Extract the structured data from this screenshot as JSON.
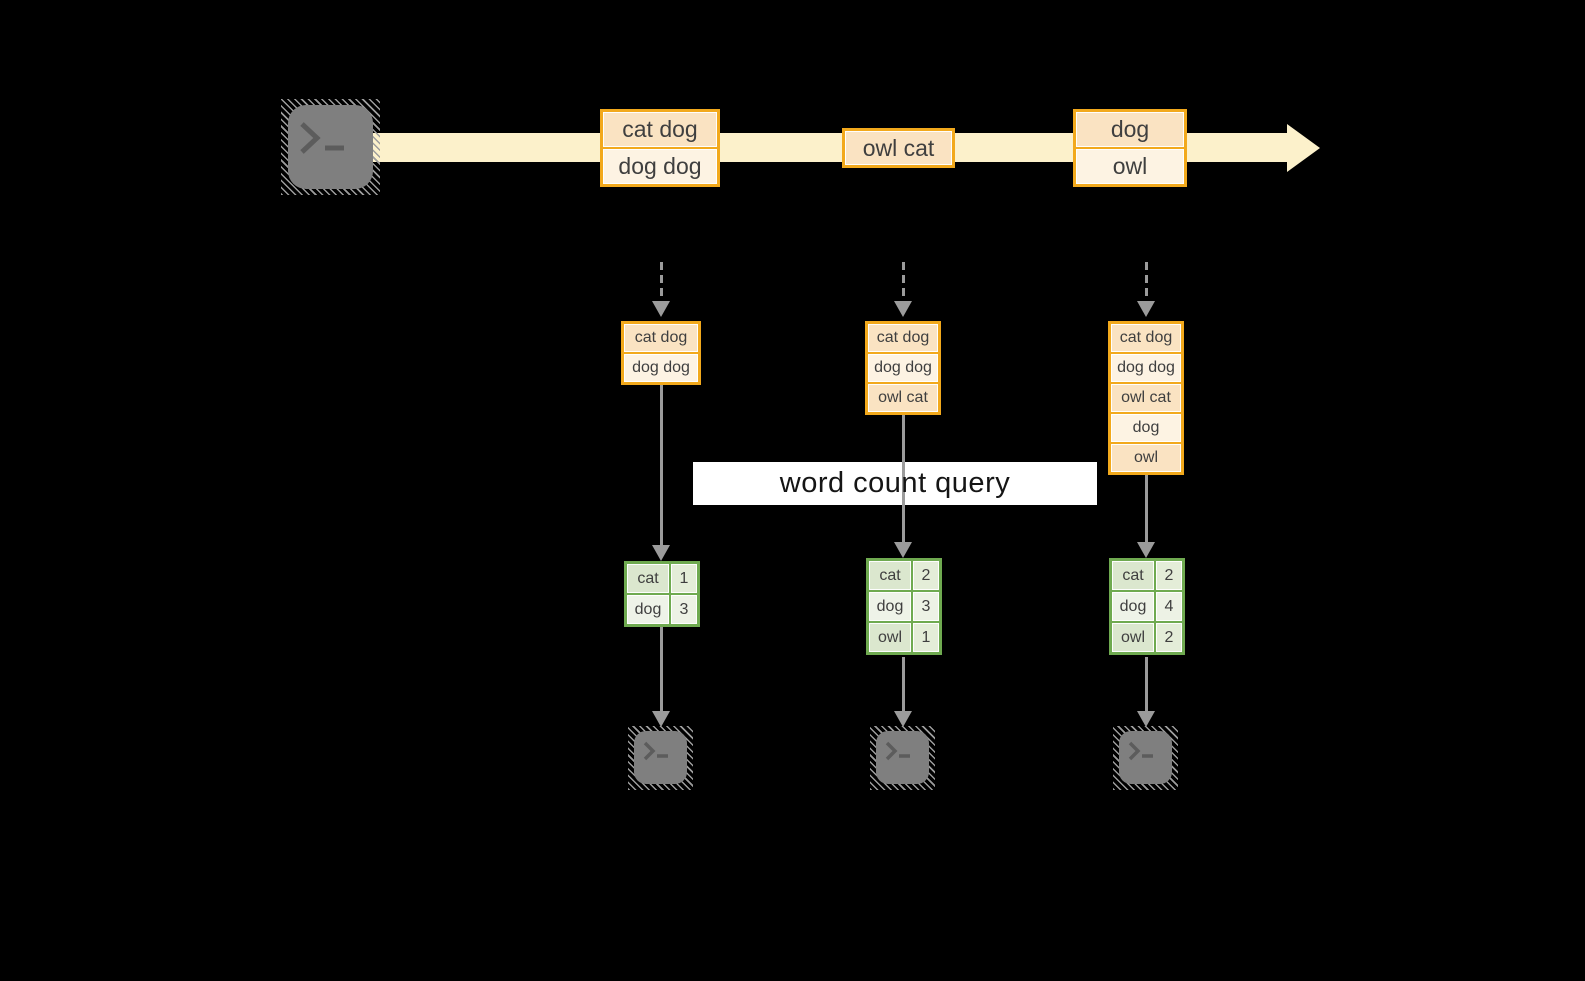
{
  "query_label": "word count query",
  "stream": {
    "boxes": [
      {
        "cells": [
          "cat dog",
          "dog dog"
        ]
      },
      {
        "cells": [
          "owl cat"
        ]
      },
      {
        "cells": [
          "dog",
          "owl"
        ]
      }
    ]
  },
  "state_stacks": [
    {
      "cells": [
        "cat dog",
        "dog dog"
      ]
    },
    {
      "cells": [
        "cat dog",
        "dog dog",
        "owl cat"
      ]
    },
    {
      "cells": [
        "cat dog",
        "dog dog",
        "owl cat",
        "dog",
        "owl"
      ]
    }
  ],
  "result_tables": [
    {
      "rows": [
        [
          "cat",
          "1"
        ],
        [
          "dog",
          "3"
        ]
      ]
    },
    {
      "rows": [
        [
          "cat",
          "2"
        ],
        [
          "dog",
          "3"
        ],
        [
          "owl",
          "1"
        ]
      ]
    },
    {
      "rows": [
        [
          "cat",
          "2"
        ],
        [
          "dog",
          "4"
        ],
        [
          "owl",
          "2"
        ]
      ]
    }
  ],
  "icons": {
    "source": "terminal-icon",
    "sinks": [
      "terminal-icon",
      "terminal-icon",
      "terminal-icon"
    ]
  },
  "colors": {
    "background": "#000000",
    "stream_band": "#fcf1cb",
    "record_border": "#f2a91c",
    "record_fill_dark": "#fae3c2",
    "record_fill_light": "#fdf3e3",
    "table_border": "#6faa50",
    "table_fill_dark": "#dbe7ce",
    "table_fill_light": "#eef3e8",
    "arrow_gray": "#9b9b9b",
    "terminal_gray": "#7f7f7f",
    "query_label_bg": "#ffffff",
    "text": "#3f3f3f"
  }
}
